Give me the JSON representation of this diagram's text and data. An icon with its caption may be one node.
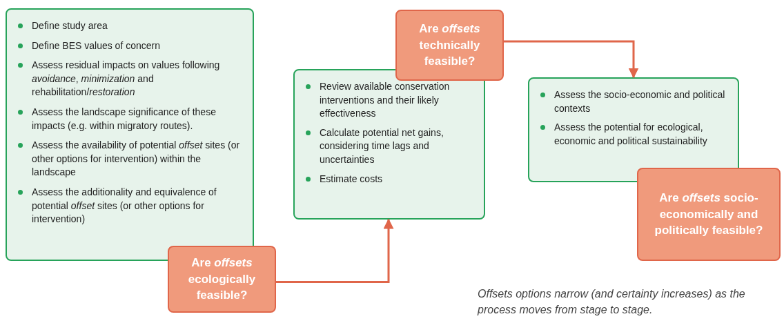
{
  "diagram": {
    "nodes": [
      {
        "text": [
          "Define study area",
          "Define BES values of concern",
          "Assess residual impacts on values following *avoidance*, *minimization* and rehabilitation/*restoration*",
          "Assess the landscape significance of these impacts (e.g. within migratory routes).",
          "Assess the availability of potential *offset* sites (or other options for intervention) within the landscape",
          "Assess the additionality and equivalence of potential *offset* sites (or other options for intervention)"
        ]
      },
      {
        "text": [
          "Are *offsets* ecologically feasible?"
        ]
      },
      {
        "text": [
          "Review available conservation interventions and their likely effectiveness",
          "Calculate potential net gains, considering time lags and uncertainties",
          "Estimate costs"
        ]
      },
      {
        "text": [
          "Are *offsets* technically feasible?"
        ]
      },
      {
        "text": [
          "Assess the socio-economic and political contexts",
          "Assess the potential for ecological, economic and political sustainability"
        ]
      },
      {
        "text": [
          "Are *offsets* socio-economically and politically feasible?"
        ]
      }
    ],
    "edges": [
      {
        "from": 1,
        "to": 2,
        "arrow": "to"
      },
      {
        "from": 3,
        "to": 4,
        "arrow": "to"
      }
    ],
    "labels": [
      "Offsets options narrow (and certainty increases) as the process moves from stage to stage."
    ]
  }
}
